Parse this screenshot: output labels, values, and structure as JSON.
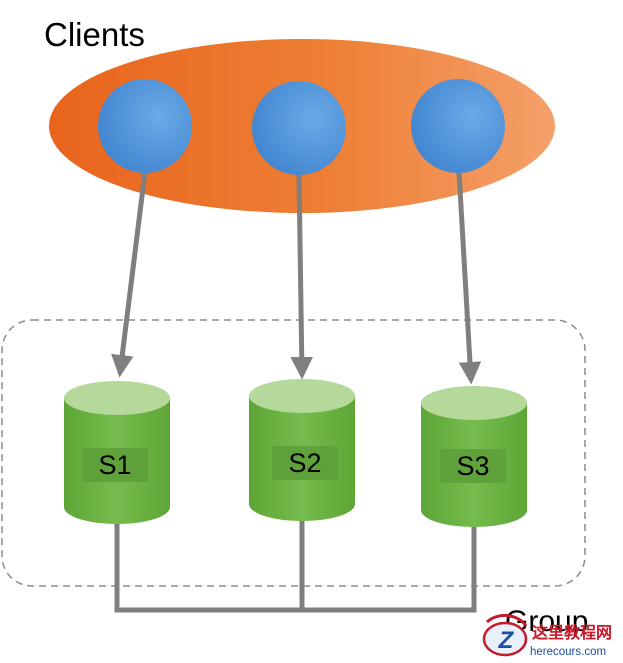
{
  "diagram": {
    "clients_label": "Clients",
    "group_label": "Group",
    "clients": [
      {
        "id": "client-1"
      },
      {
        "id": "client-2"
      },
      {
        "id": "client-3"
      }
    ],
    "servers": [
      {
        "label": "S1"
      },
      {
        "label": "S2"
      },
      {
        "label": "S3"
      }
    ]
  },
  "watermark": {
    "title": "这里教程网",
    "url": "herecours.com"
  },
  "colors": {
    "ellipse_dark": "#E8641C",
    "ellipse_light": "#F3975E",
    "client_fill": "#4A90D9",
    "server_body": "#6DB545",
    "server_top": "#B4D99B",
    "server_label_bg": "#5FA23C",
    "arrow": "#7F7F7F",
    "group_border": "#8C8C8C"
  }
}
